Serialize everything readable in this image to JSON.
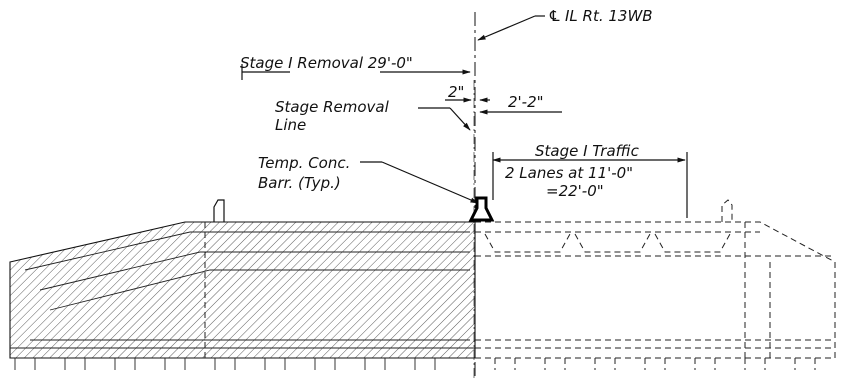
{
  "labels": {
    "centerline": "IL Rt. 13WB",
    "removal_dim": "Stage I Removal 29'-0\"",
    "two_inch": "2\"",
    "two_two": "2'-2\"",
    "stage_removal_line_1": "Stage Removal",
    "stage_removal_line_2": "Line",
    "temp_barrier_1": "Temp. Conc.",
    "temp_barrier_2": "Barr. (Typ.)",
    "traffic_1": "Stage I Traffic",
    "traffic_2": "2 Lanes at 11'-0\"",
    "traffic_3": "=22'-0\""
  },
  "colors": {
    "ink": "#111111",
    "hatch": "#333333"
  }
}
